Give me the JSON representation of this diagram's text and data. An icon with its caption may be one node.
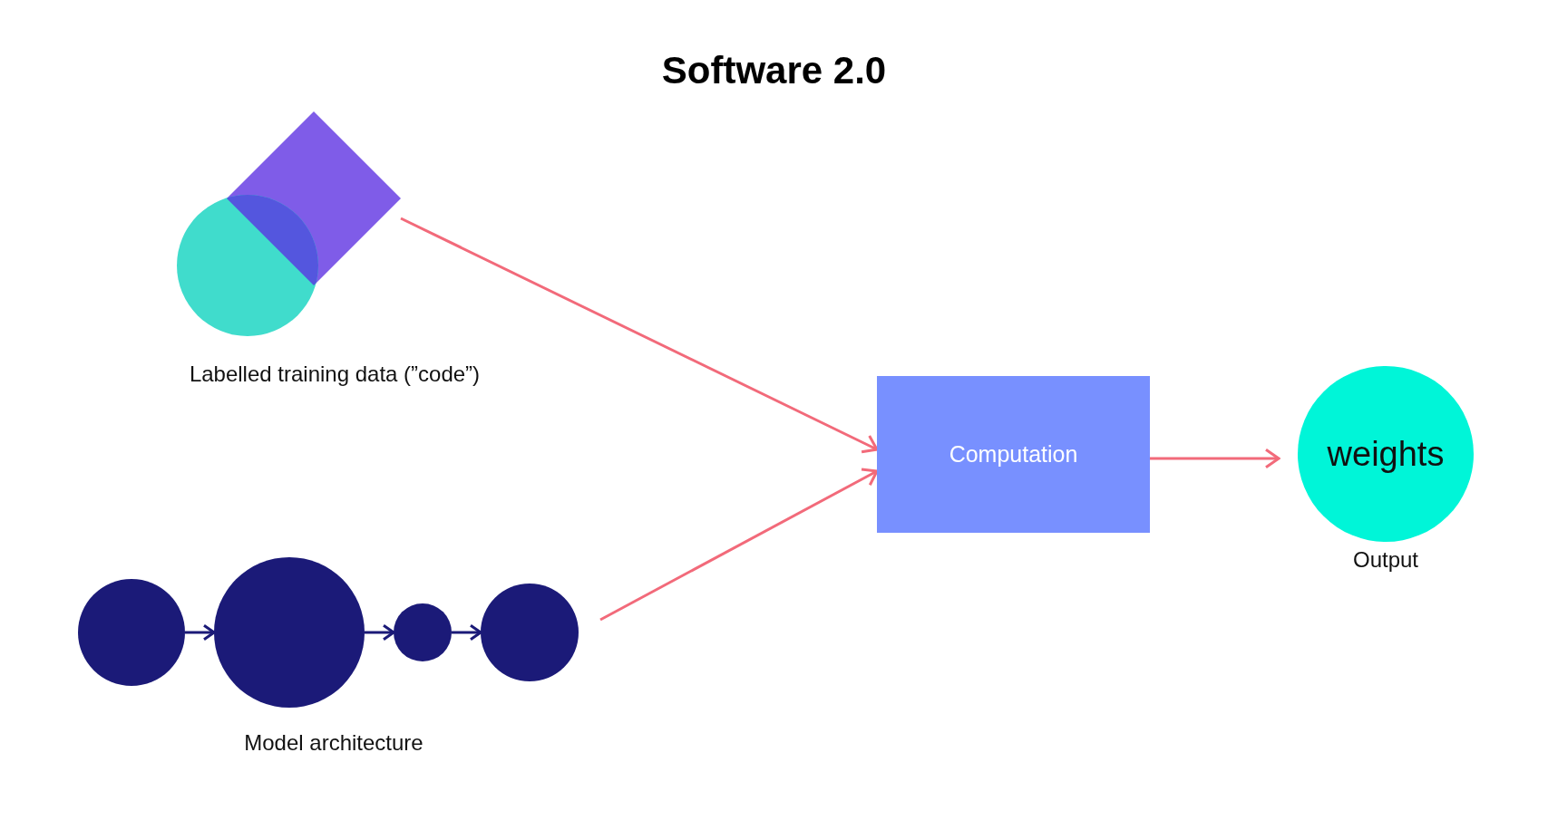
{
  "diagram": {
    "title": "Software 2.0",
    "nodes": [
      {
        "text": [],
        "shape": "picture",
        "beside": [
          "Labelled training data (”code”)"
        ]
      },
      {
        "text": [],
        "shape": "picture",
        "beside": [
          "Model architecture"
        ]
      },
      {
        "text": [],
        "shape": "circle",
        "in": 1
      },
      {
        "text": [],
        "shape": "circle",
        "in": 1
      },
      {
        "text": [],
        "shape": "circle",
        "in": 1
      },
      {
        "text": [],
        "shape": "circle",
        "in": 1
      },
      {
        "text": [
          "Computation"
        ]
      },
      {
        "text": [
          "weights"
        ],
        "beside": [
          "Output"
        ]
      }
    ],
    "edges": [
      {
        "from": 0,
        "to": 6,
        "arrow": "to"
      },
      {
        "from": 1,
        "to": 6,
        "arrow": "to"
      },
      {
        "from": 2,
        "to": 3,
        "arrow": "to",
        "color": "#1b1a78"
      },
      {
        "from": 3,
        "to": 4,
        "arrow": "to",
        "color": "#1b1a78"
      },
      {
        "from": 4,
        "to": 5,
        "arrow": "to",
        "color": "#1b1a78"
      },
      {
        "from": 6,
        "to": 7,
        "arrow": "to"
      }
    ]
  }
}
